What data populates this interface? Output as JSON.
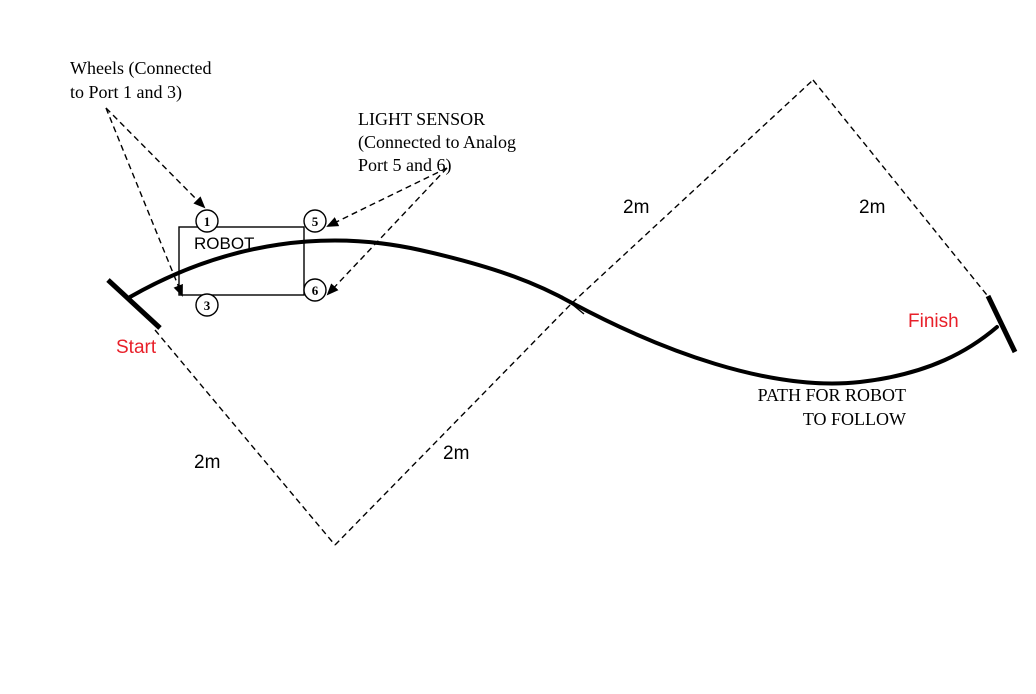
{
  "labels": {
    "wheels_line1": "Wheels (Connected",
    "wheels_line2": "to Port 1 and 3)",
    "sensor_line1": "LIGHT SENSOR",
    "sensor_line2": "(Connected to Analog",
    "sensor_line3": "Port 5 and 6)",
    "robot": "ROBOT",
    "start": "Start",
    "finish": "Finish",
    "path_line1": "PATH FOR ROBOT",
    "path_line2": "TO FOLLOW",
    "dist_upper_left": "2m",
    "dist_upper_right": "2m",
    "dist_lower_left": "2m",
    "dist_lower_right": "2m"
  },
  "ports": {
    "wheel_front": "1",
    "wheel_rear": "3",
    "sensor_front": "5",
    "sensor_rear": "6"
  },
  "colors": {
    "accent": "#e8202a",
    "ink": "#000000"
  }
}
